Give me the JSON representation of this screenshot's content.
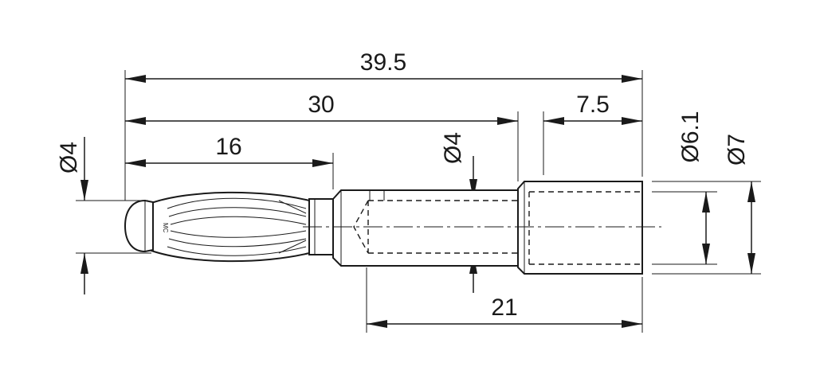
{
  "dimensions": {
    "overall_length": "39.5",
    "plug_to_sleeve_length": "30",
    "plug_length": "16",
    "sleeve_length": "7.5",
    "thread_length": "21",
    "plug_diameter": "Ø4",
    "bore_diameter": "Ø4",
    "sleeve_inner_diameter": "Ø6.1",
    "sleeve_outer_diameter": "Ø7"
  },
  "marking": "MC"
}
